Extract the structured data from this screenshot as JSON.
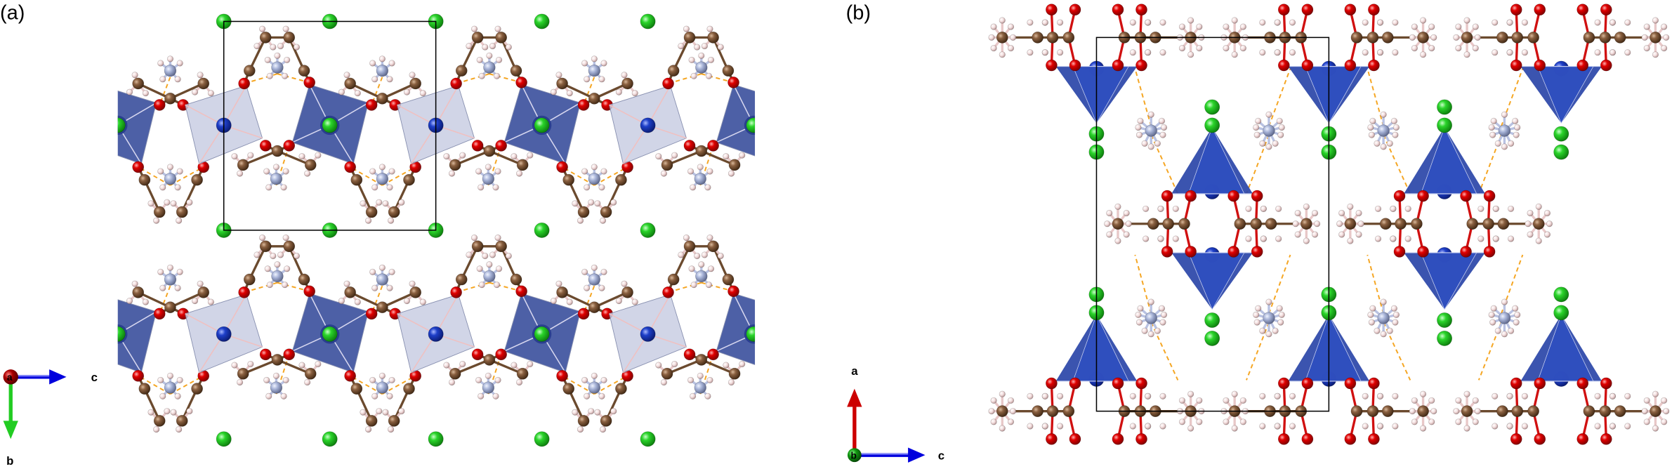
{
  "panel_a": {
    "label": "(a)",
    "axes": {
      "origin": "a",
      "horizontal": "c",
      "vertical": "b"
    }
  },
  "panel_b": {
    "label": "(b)",
    "axes": {
      "origin": "b",
      "horizontal": "c",
      "vertical": "a"
    }
  },
  "colors": {
    "cl_green": "#22cc22",
    "o_red": "#e00000",
    "c_brown": "#7a5436",
    "metal_blue": "#1e3fc8",
    "n_slate": "#a8b4d8",
    "h_pink": "#f3dede",
    "oct_light": "#c9cee3",
    "oct_dark": "#3a4f9c",
    "tetra_blue": "#2f4fc0",
    "hbond_orange": "#f5a623",
    "axis_red": "#cc0000",
    "axis_green": "#22cc22",
    "axis_blue": "#0000dd"
  }
}
